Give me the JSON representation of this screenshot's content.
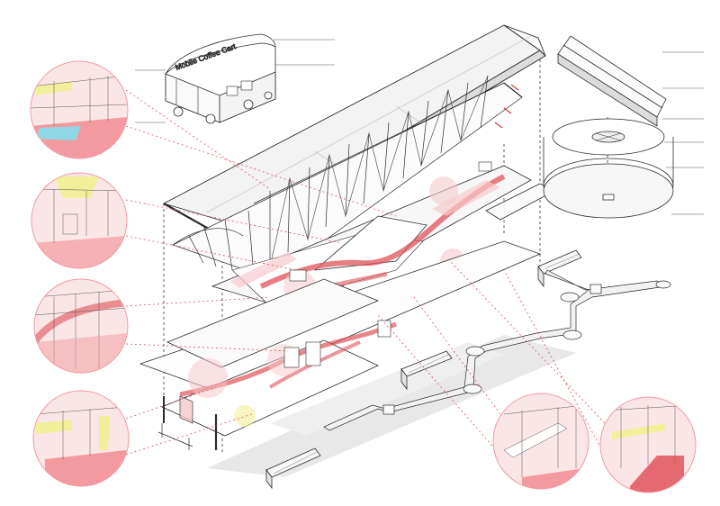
{
  "labels": {
    "cart_title": "Mobile Coffee Cart"
  },
  "colors": {
    "line": "#2b2b2b",
    "light_line": "#9a9a9a",
    "accent_red": "#e0525a",
    "accent_pink": "#f6c9cc",
    "bubble_fill": "#fbe6e7",
    "shadow": "#e6e6e6",
    "highlight_yellow": "#f2ef9a",
    "highlight_cyan": "#8fd8e6"
  },
  "icons": {
    "leader_lines": "dotted-red-callout-line",
    "vignettes": "circular-perspective-view"
  }
}
